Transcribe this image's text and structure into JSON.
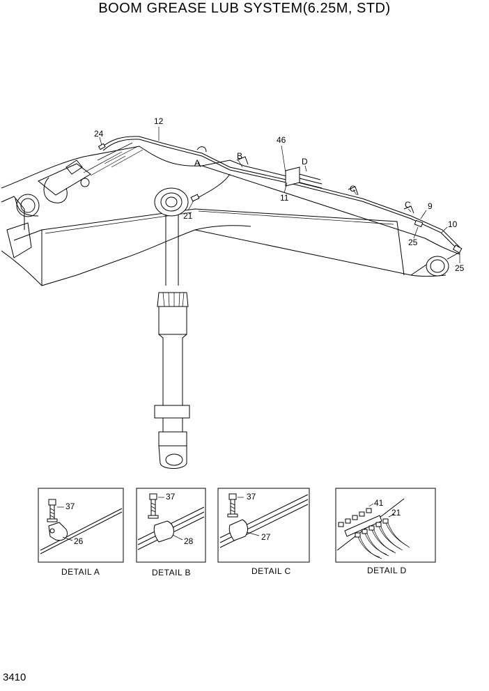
{
  "title": "BOOM GREASE LUB SYSTEM(6.25M, STD)",
  "page_number": "3410",
  "callouts": {
    "c12": "12",
    "c24": "24",
    "c46": "46",
    "c11": "11",
    "c21": "21",
    "cA": "A",
    "cB": "B",
    "cC1": "C",
    "cC2": "C",
    "cD": "D",
    "c9": "9",
    "c10": "10",
    "c25a": "25",
    "c25b": "25"
  },
  "details": [
    {
      "caption": "DETAIL  A",
      "labels": [
        "37",
        "26"
      ]
    },
    {
      "caption": "DETAIL  B",
      "labels": [
        "37",
        "28"
      ]
    },
    {
      "caption": "DETAIL  C",
      "labels": [
        "37",
        "27"
      ]
    },
    {
      "caption": "DETAIL  D",
      "labels": [
        "41",
        "21"
      ]
    }
  ]
}
